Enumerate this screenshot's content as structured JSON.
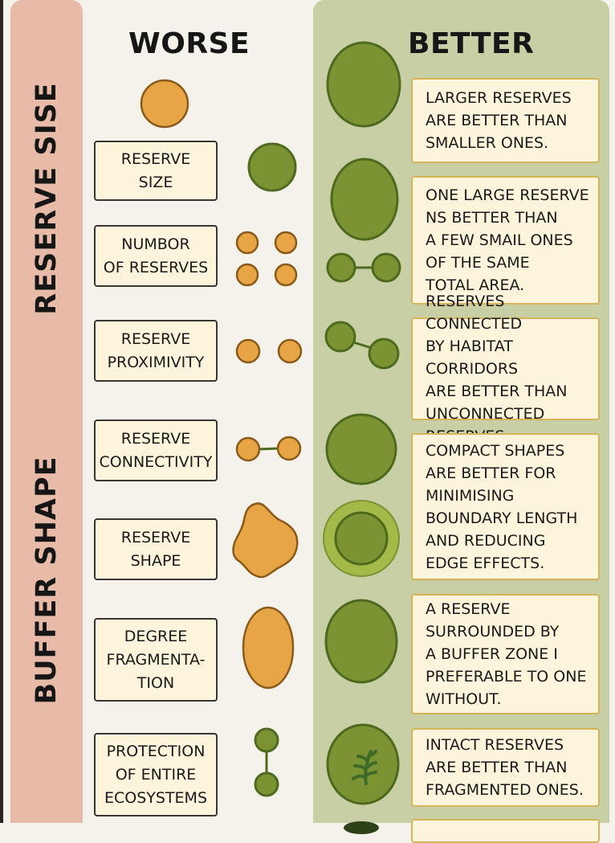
{
  "colors": {
    "worse_fill": "#e8a545",
    "worse_stroke": "#8a5a1a",
    "better_fill": "#7c9333",
    "better_stroke": "#4d6a1e",
    "buffer_fill": "#a3ba48",
    "side_band": "#e8bba8",
    "better_panel": "#c9cfa4",
    "box_fill": "#fcf4db",
    "desc_border": "#d6b35a"
  },
  "headers": {
    "worse": "WORSE",
    "better": "BETTER"
  },
  "side_labels": {
    "top": "RESERVE SISE",
    "bottom": "BUFFER SHAPE"
  },
  "criteria": [
    {
      "label": "RESERVE\nSIZE",
      "worse_icon": "single-small-circle",
      "better_icon": "large-circle"
    },
    {
      "label": "NUMBOR\nOF RESERVES",
      "worse_icon": "four-small-circles",
      "better_icon": "two-linked-circles"
    },
    {
      "label": "RESERVE\nPROXIMIVITY",
      "worse_icon": "two-separate-circles",
      "better_icon": "two-connected-circles"
    },
    {
      "label": "RESERVE\nCONNECTIVITY",
      "worse_icon": "two-circles-thin-link",
      "better_icon": "compact-circle"
    },
    {
      "label": "RESERVE\nSHAPE",
      "worse_icon": "irregular-blob",
      "better_icon": "buffered-circle"
    },
    {
      "label": "DEGREE\nFRAGMENTA-\nTION",
      "worse_icon": "oval",
      "better_icon": "large-oval"
    },
    {
      "label": "PROTECTION\nOF ENTIRE\nECOSYSTEMS",
      "worse_icon": "vertical-linked-circles",
      "better_icon": "circle-with-plant"
    }
  ],
  "descriptions": [
    "LARGER RESERVES\nARE BETTER THAN\nSMALLER ONES.",
    "ONE LARGE RESERVE\nNS BETTER THAN\nA FEW SMAIL ONES\nOF THE SAME\nTOTAL AREA.",
    "RESERVES CONNECTED\nBY HABITAT CORRIDORS\nARE BETTER THAN\nUNCONNECTED RESERVES.",
    "COMPACT SHAPES\nARE BETTER FOR\nMINIMISING\nBOUNDARY LENGTH\nAND REDUCING\nEDGE EFFECTS.",
    "A RESERVE\nSURROUNDED BY\nA BUFFER ZONE I\nPREFERABLE TO ONE\nWITHOUT.",
    "INTACT RESERVES\nARE BETTER THAN\nFRAGMENTED ONES.",
    ""
  ]
}
